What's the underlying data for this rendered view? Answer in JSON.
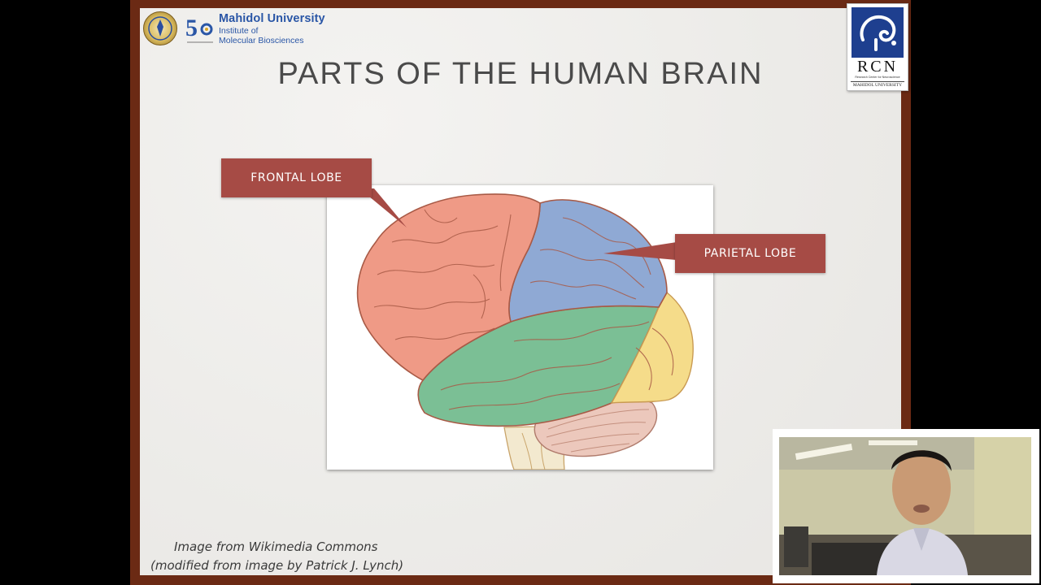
{
  "header": {
    "university": "Mahidol University",
    "institute_line1": "Institute of",
    "institute_line2": "Molecular Biosciences",
    "anniversary_logo": "50-logo"
  },
  "rcn_logo": {
    "letters": "RCN",
    "subtitle": "Research Center for Neuroscience",
    "university": "MAHIDOL UNIVERSITY"
  },
  "slide": {
    "title": "PARTS OF THE HUMAN BRAIN",
    "labels": {
      "frontal": "FRONTAL LOBE",
      "parietal": "PARIETAL LOBE"
    },
    "credit_line1": "Image from Wikimedia Commons",
    "credit_line2": "(modified from image by Patrick J. Lynch)"
  },
  "colors": {
    "frame": "#6b2a14",
    "callout": "#a64b45",
    "frontal": "#ef9a86",
    "parietal": "#8fa9d4",
    "temporal": "#7bbf95",
    "occipital": "#f5dc8a",
    "cerebellum": "#ecc8bc",
    "brainstem": "#f3e9cf"
  },
  "webcam": {
    "icon": "presenter-video"
  }
}
